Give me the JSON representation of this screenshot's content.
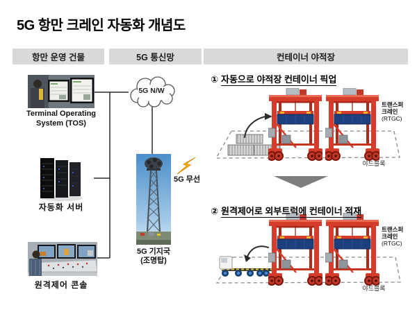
{
  "title": "5G 항만 크레인 자동화 개념도",
  "headers": {
    "building": "항만 운영 건물",
    "network": "5G 통신망",
    "yard": "컨테이너 야적장"
  },
  "building": {
    "tos_line1": "Terminal Operating",
    "tos_line2": "System (TOS)",
    "server": "자동화 서버",
    "console": "원격제어 콘솔"
  },
  "network": {
    "cloud": "5G N/W",
    "station_line1": "5G 기지국",
    "station_line2": "(조명탑)",
    "wireless": "5G 무선"
  },
  "yard": {
    "step1_num": "①",
    "step1_text": "자동으로 야적장 컨테이너 픽업",
    "step2_num": "②",
    "step2_text": "원격제어로 외부트럭에 컨테이너 적재",
    "crane_line1": "트랜스퍼",
    "crane_line2": "크레인",
    "crane_line3": "(RTGC)",
    "yard_block": "야드블록"
  },
  "colors": {
    "header_bg": "#d9d9d9",
    "crane_red": "#d63c2c",
    "container_navy": "#1d3f7e",
    "lightning_yellow": "#ffc000",
    "step_arrow_gray": "#7d7d7d"
  }
}
